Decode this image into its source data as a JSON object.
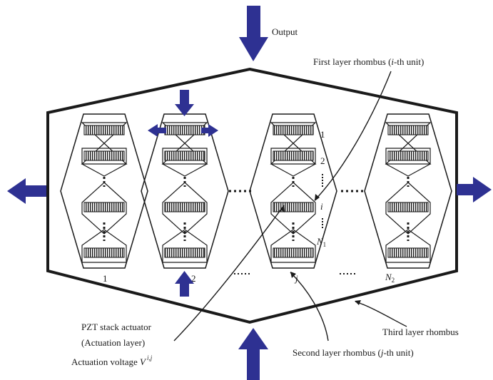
{
  "labels": {
    "output": "Output",
    "first_layer_pre": "First layer rhombus (",
    "first_layer_var": "i",
    "first_layer_post": "-th unit)",
    "pzt_line1": "PZT stack actuator",
    "pzt_line2": "(Actuation layer)",
    "voltage_text": "Actuation voltage ",
    "voltage_sym": "V",
    "voltage_sup": "i,j",
    "third_layer": "Third layer rhombus",
    "second_layer_pre": "Second layer rhombus (",
    "second_layer_var": "j",
    "second_layer_post": "-th unit)"
  },
  "column_labels": [
    "1",
    "2",
    "j",
    "N",
    "2"
  ],
  "unit_labels": [
    "1",
    "2",
    "i",
    "N",
    "1"
  ],
  "colors": {
    "arrow": "#2e3192",
    "line": "#1a1a1a",
    "background": "#ffffff"
  }
}
